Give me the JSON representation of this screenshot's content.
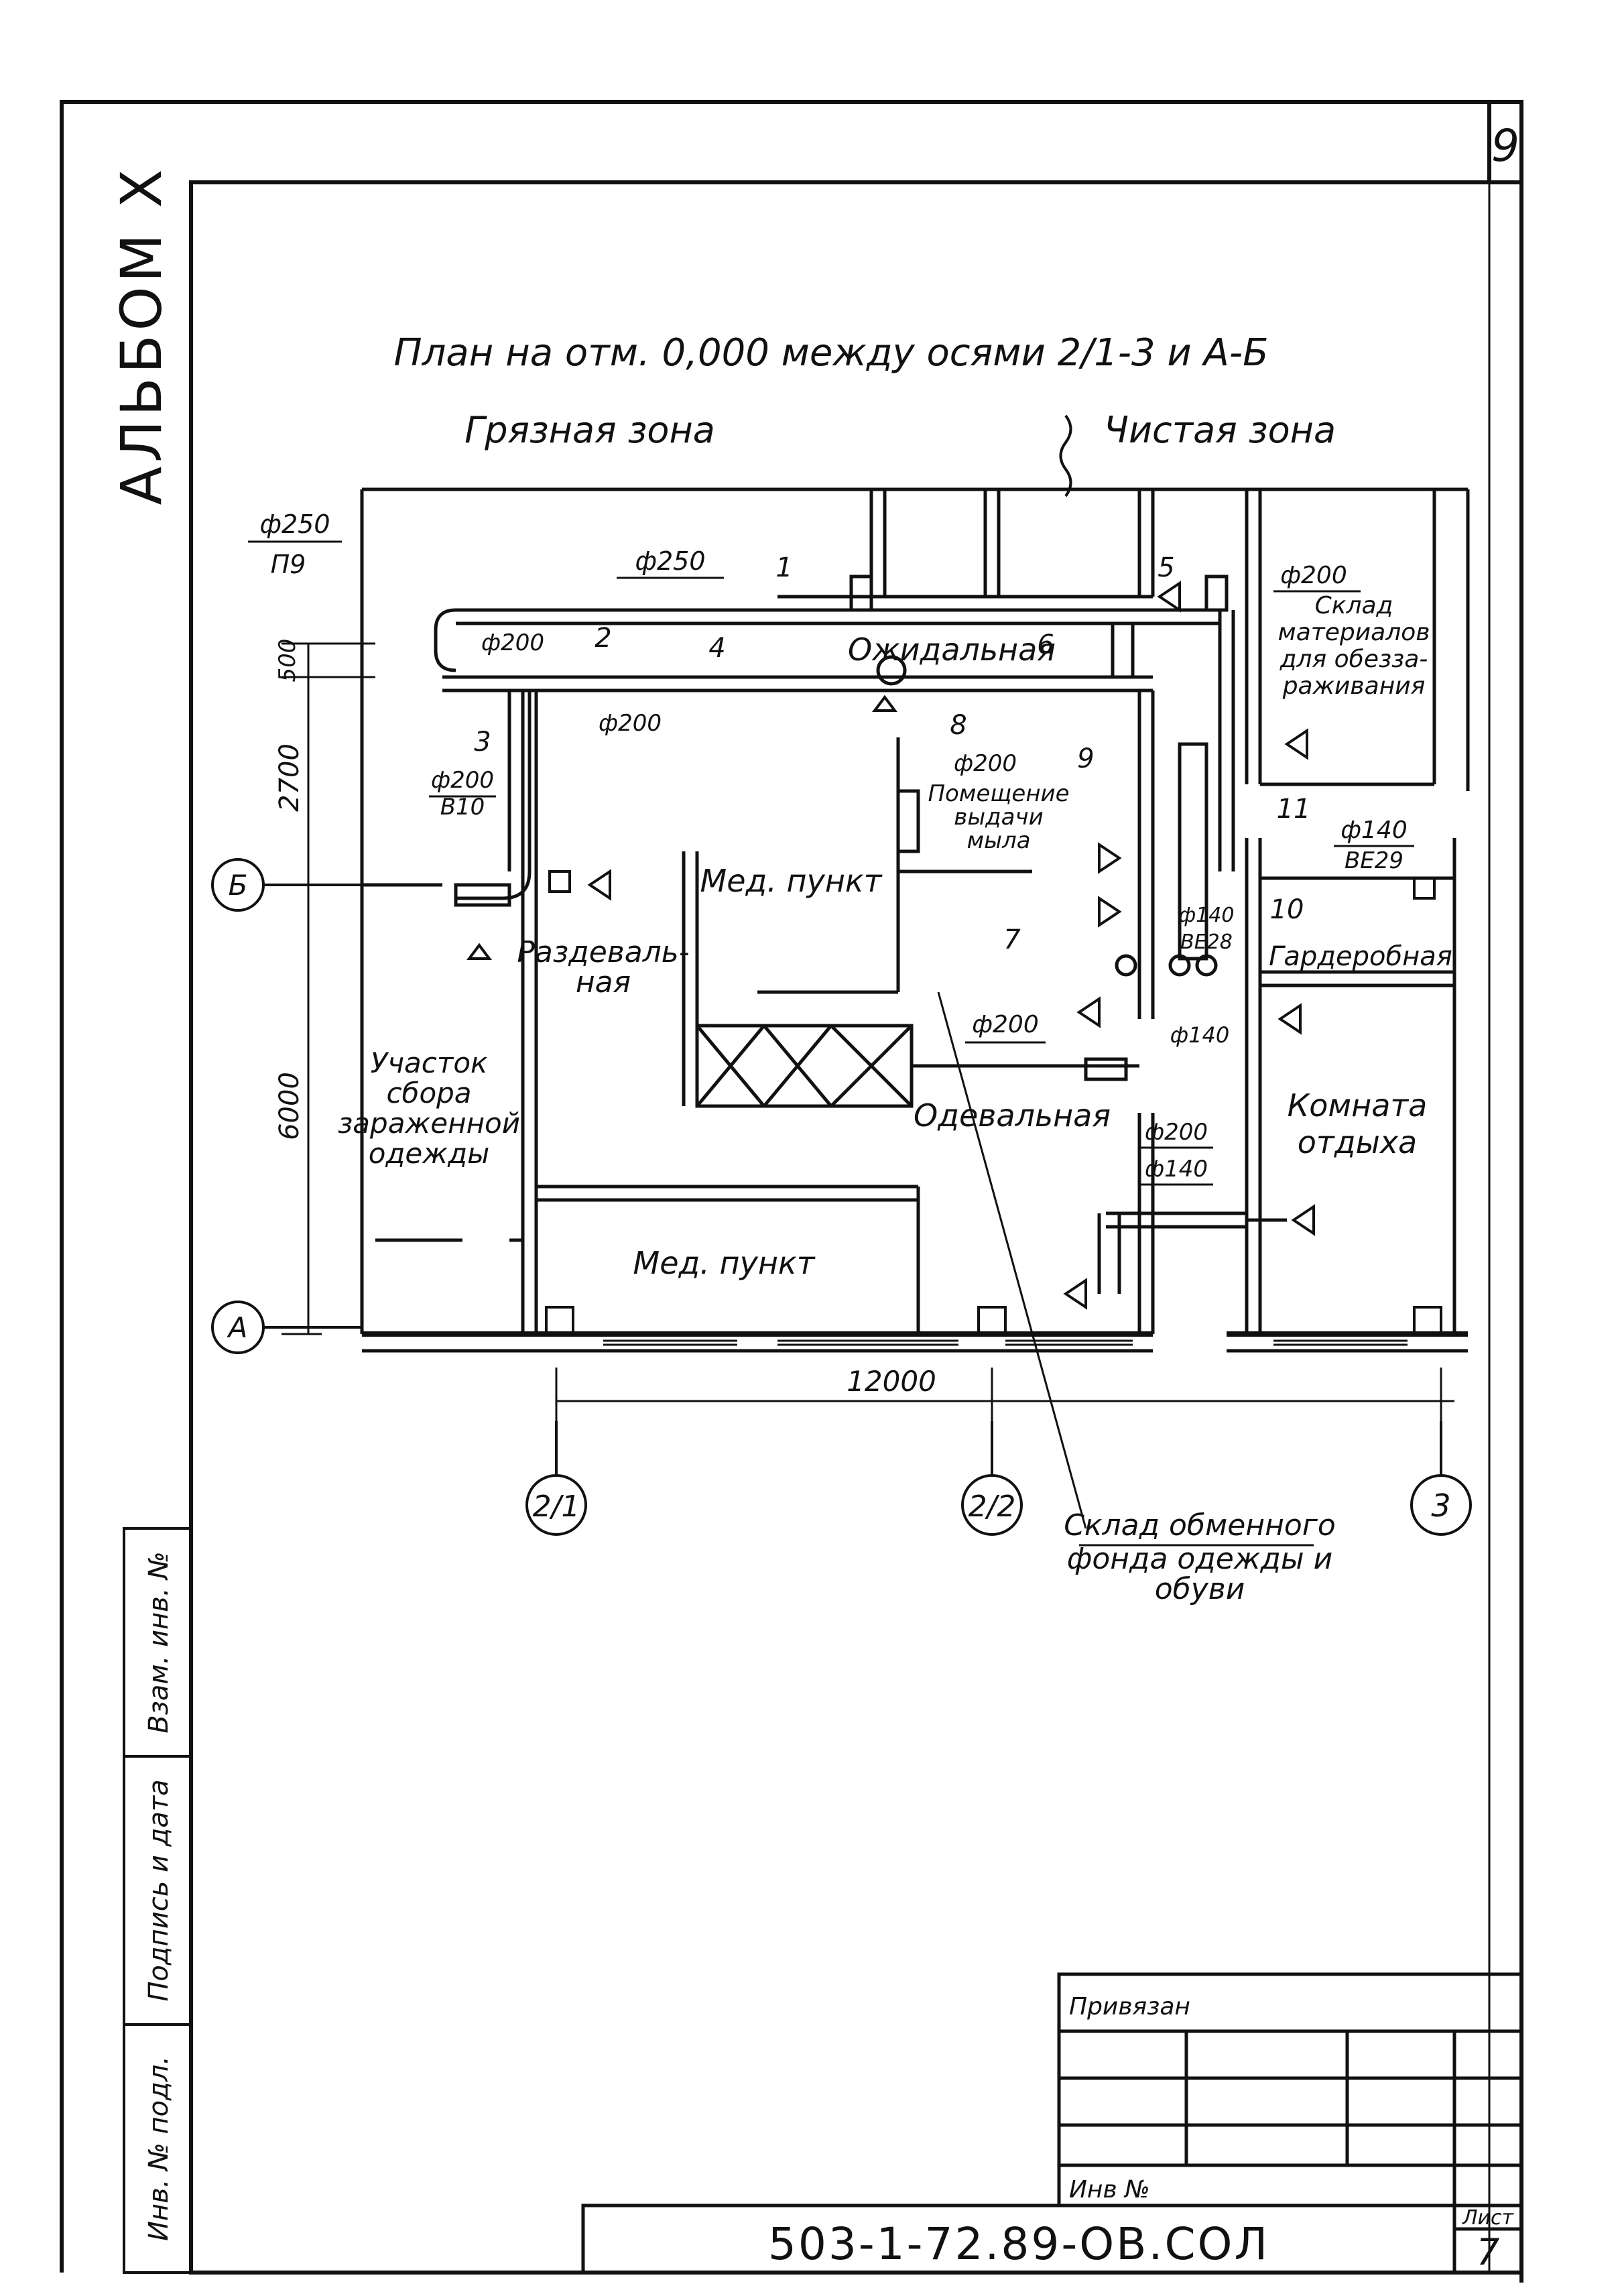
{
  "sheet_number": "9",
  "album_label": "АЛЬБОМ Ⅹ",
  "plan_title": "План на отм. 0,000 между осями 2/1-3 и А-Б",
  "zones": {
    "dirty": "Грязная зона",
    "clean": "Чистая зона"
  },
  "rooms": {
    "waiting": "Ожидальная",
    "soap_line1": "Помещение",
    "soap_line2": "выдачи",
    "soap_line3": "мыла",
    "disinf_line1": "Склад",
    "disinf_line2": "материалов",
    "disinf_line3": "для обезза-",
    "disinf_line4": "раживания",
    "med_top": "Мед. пункт",
    "med_bottom": "Мед. пункт",
    "undress_line1": "Раздеваль-",
    "undress_line2": "ная",
    "collect_line1": "Участок",
    "collect_line2": "сбора",
    "collect_line3": "зараженной",
    "collect_line4": "одежды",
    "dressing": "Одевальная",
    "cloakroom": "Гардеробная",
    "rest_line1": "Комната",
    "rest_line2": "отдыха",
    "exchange_line1": "Склад обменного",
    "exchange_line2": "фонда одежды и",
    "exchange_line3": "обуви"
  },
  "duct_labels": {
    "d250_p9": "ф250",
    "p9": "П9",
    "d250": "ф250",
    "d200_a": "ф200",
    "d200_b": "ф200",
    "d200_v10": "ф200",
    "v10": "В10",
    "d200_store": "ф200",
    "d200_soap": "ф200",
    "d140_be29": "ф140",
    "be29": "ВЕ29",
    "d140_be28": "ф140",
    "be28": "ВЕ28",
    "d140_c": "ф140",
    "d200_mid": "ф200",
    "d200_dress": "ф200",
    "d140_dress": "ф140"
  },
  "callouts": [
    "1",
    "2",
    "3",
    "4",
    "5",
    "6",
    "7",
    "8",
    "9",
    "10",
    "11"
  ],
  "dimensions": {
    "d500": "500",
    "d2700": "2700",
    "d6000": "6000",
    "d12000": "12000"
  },
  "axes": {
    "a": "А",
    "b": "Б",
    "a21": "2/1",
    "a22": "2/2",
    "a3": "3"
  },
  "side_stamps": {
    "inv_podl": "Инв. № подл.",
    "podpis": "Подпись и дата",
    "vzam": "Взам. инв. №"
  },
  "title_block": {
    "privyazan": "Привязан",
    "inv_no": "Инв №",
    "doc_code": "503-1-72.89-ОВ.СОЛ",
    "list_label": "Лист",
    "list_no": "7"
  }
}
